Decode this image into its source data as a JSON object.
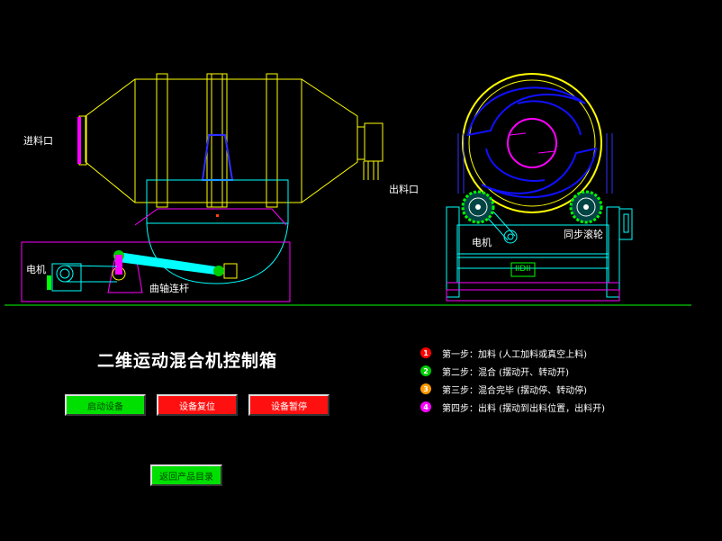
{
  "labels": {
    "inlet": "进料口",
    "outlet": "出料口",
    "motor_left": "电机",
    "crank_rod": "曲轴连杆",
    "motor_right": "电机",
    "sync_roller": "同步滚轮",
    "plate": "IIDII"
  },
  "panel": {
    "title": "二维运动混合机控制箱",
    "buttons": {
      "start": "启动设备",
      "pause": "设备复位",
      "stop": "设备暂停",
      "back": "返回产品目录"
    }
  },
  "steps": [
    {
      "num": "1",
      "text": "第一步：加料 (人工加料或真空上料)",
      "color": "#ff0000"
    },
    {
      "num": "2",
      "text": "第二步：混合 (摆动开、转动开)",
      "color": "#00cc00"
    },
    {
      "num": "3",
      "text": "第三步：混合完毕 (摆动停、转动停)",
      "color": "#ff9900"
    },
    {
      "num": "4",
      "text": "第四步：出料 (摆动到出料位置，出料开)",
      "color": "#ff00ff"
    }
  ],
  "colors": {
    "background": "#000000",
    "drum": "#ffff00",
    "frame": "#00ffff",
    "base": "#ff00ff",
    "blade": "#0000ff",
    "ground": "#00ff00"
  }
}
